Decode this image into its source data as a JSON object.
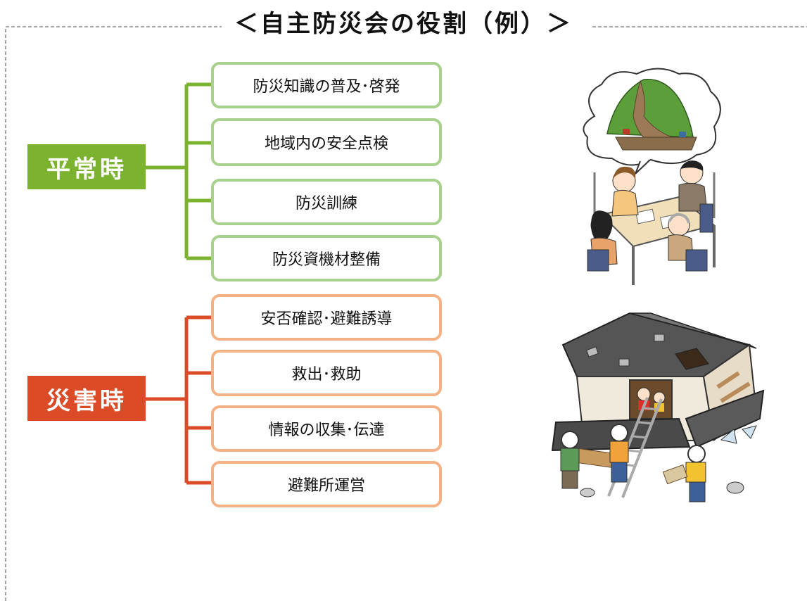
{
  "title": "＜自主防災会の役割（例）＞",
  "groups": [
    {
      "label": "平常時",
      "color": "#7cb32e",
      "items": [
        "防災知識の普及･啓発",
        "地域内の安全点検",
        "防災訓練",
        "防災資機材整備"
      ]
    },
    {
      "label": "災害時",
      "color": "#dc4b28",
      "items": [
        "安否確認･避難誘導",
        "救出･救助",
        "情報の収集･伝達",
        "避難所運営"
      ]
    }
  ],
  "illustrations": [
    "meeting-illustration",
    "rescue-illustration"
  ]
}
